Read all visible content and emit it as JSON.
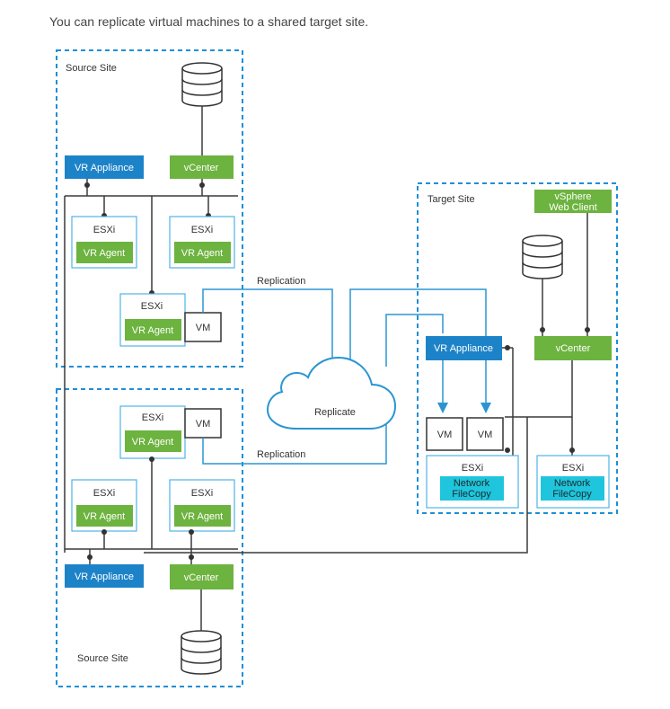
{
  "caption": "You can replicate virtual machines to a shared target site.",
  "colors": {
    "site_border": "#1e8fd6",
    "blue_box": "#1d83c8",
    "green_box": "#6db33f",
    "cyan_box": "#1fc5dc",
    "esxi_border": "#4fb4e6",
    "line_dark": "#3a3a3a",
    "line_blue": "#2b95d2"
  },
  "source_site_top": {
    "label": "Source Site",
    "vr_appliance": "VR Appliance",
    "vcenter": "vCenter",
    "esxi_label": "ESXi",
    "vr_agent": "VR Agent",
    "vm": "VM"
  },
  "source_site_bottom": {
    "label": "Source Site",
    "vr_appliance": "VR Appliance",
    "vcenter": "vCenter",
    "esxi_label": "ESXi",
    "vr_agent": "VR Agent",
    "vm": "VM"
  },
  "replication_top": "Replication",
  "replication_bottom": "Replication",
  "cloud_label": "Replicate",
  "target_site": {
    "label": "Target Site",
    "vsphere_line1": "vSphere",
    "vsphere_line2": "Web Client",
    "vr_appliance": "VR Appliance",
    "vcenter": "vCenter",
    "vm": "VM",
    "esxi_label": "ESXi",
    "nfc_line1": "Network",
    "nfc_line2": "FileCopy"
  }
}
